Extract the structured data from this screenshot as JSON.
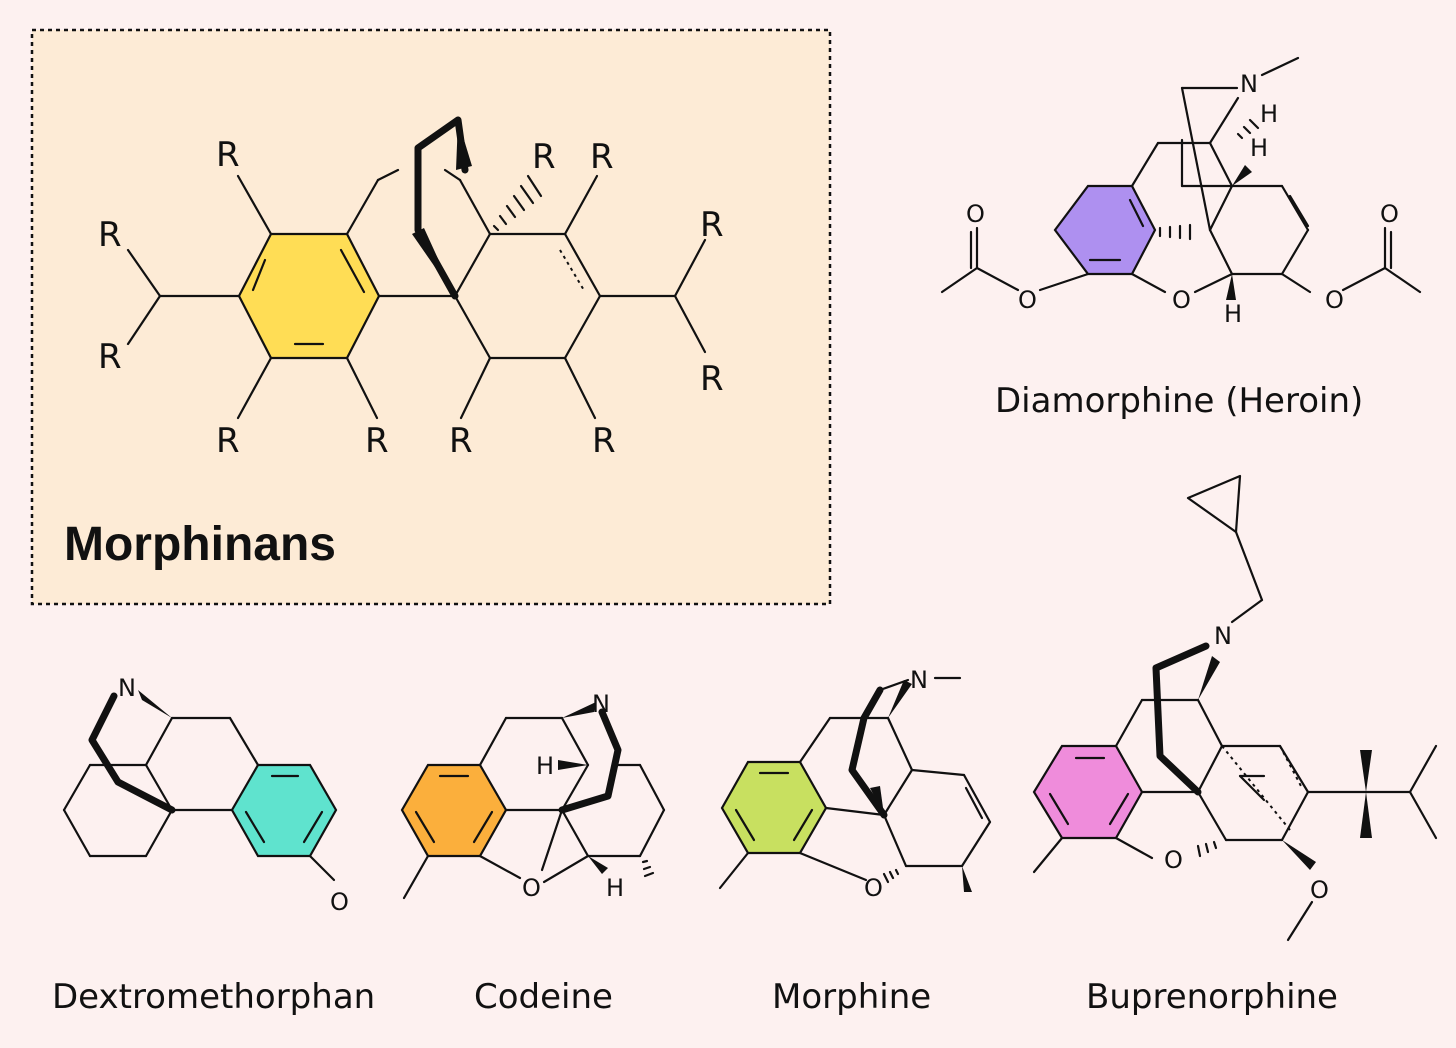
{
  "title": "Morphinans",
  "labels": {
    "r": "R",
    "n": "N",
    "o": "O",
    "h": "H"
  },
  "molecules": [
    {
      "name": "Diamorphine (Heroin)"
    },
    {
      "name": "Dextromethorphan"
    },
    {
      "name": "Codeine"
    },
    {
      "name": "Morphine"
    },
    {
      "name": "Buprenorphine"
    }
  ],
  "colors": {
    "background": "#fdf1f0",
    "panel": "#fdebd6",
    "morphinan_ring": "#ffdd55",
    "diamorphine_ring": "#ae90f0",
    "dextromethorphan_ring": "#5fe3ce",
    "codeine_ring": "#fbaf3c",
    "morphine_ring": "#c8e060",
    "buprenorphine_ring": "#ef8cdb"
  }
}
